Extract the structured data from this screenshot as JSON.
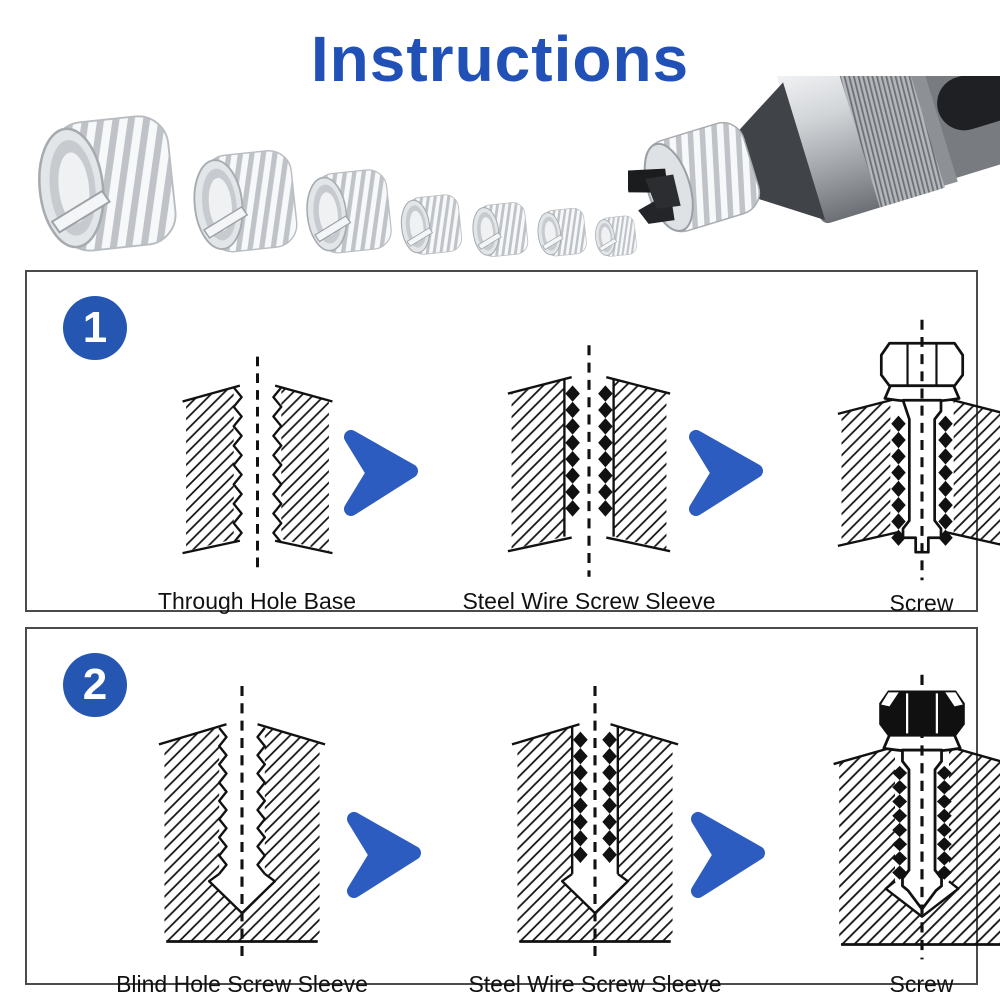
{
  "title": "Instructions",
  "colors": {
    "title_blue": "#2151b7",
    "arrow_blue": "#2d5cc0",
    "badge_blue": "#2456b2",
    "line_black": "#111111",
    "panel_border_gray": "#4b4b4b"
  },
  "steps": [
    {
      "number": "1",
      "stages": [
        "Through Hole Base",
        "Steel Wire Screw Sleeve",
        "Screw"
      ]
    },
    {
      "number": "2",
      "stages": [
        "Blind Hole Screw Sleeve",
        "Steel Wire Screw Sleeve",
        "Screw"
      ]
    }
  ]
}
